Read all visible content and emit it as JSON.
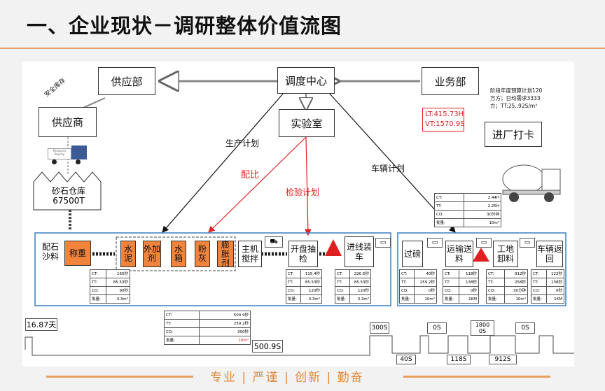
{
  "title": "一、企业现状－调研整体价值流图",
  "nodes": {
    "supply_dept": "供应部",
    "dispatch": "调度中心",
    "business": "业务部",
    "supplier": "供应商",
    "lab": "实验室",
    "warehouse": "砂石仓库",
    "warehouse_qty": "67500T",
    "entry": "进厂打卡",
    "entry_note": "阶段年度预算计划120万方；日均需求3333方；TT:25..92S/m³",
    "safety_stock": "安全库存",
    "truck_label": "Resource Priority"
  },
  "lt_vt": {
    "lt": "LT:415.73H",
    "vt": "VT:1570.9S"
  },
  "flows": {
    "production_plan": "生产计划",
    "mix_ratio": "配比",
    "inspection_plan": "检验计划",
    "vehicle_plan": "车辆计划"
  },
  "process": {
    "batching": "配石沙料",
    "weigh": "称重",
    "cement": "水泥",
    "admixture": "外加剂",
    "water": "水箱",
    "ash": "粉灰",
    "expander": "膨胀剂",
    "mixer": "主机搅拌",
    "open_check": "开盘抽检",
    "loading": "进线装车",
    "weighbridge": "过磅",
    "transport": "运输送料",
    "site": "工地卸料",
    "return": "车辆返回"
  },
  "tables": {
    "weigh": [
      [
        "CT:",
        "165秒"
      ],
      [
        "TT:",
        "85.53秒"
      ],
      [
        "CO:",
        "90秒"
      ],
      [
        "批量:",
        "3.3m³"
      ]
    ],
    "open": [
      [
        "CT:",
        "115.4秒"
      ],
      [
        "TT:",
        "85.53秒"
      ],
      [
        "CO:",
        "120秒"
      ],
      [
        "批量:",
        "3.3m³"
      ]
    ],
    "load": [
      [
        "CT:",
        "220.5秒"
      ],
      [
        "TT:",
        "85.53秒"
      ],
      [
        "CO:",
        "120秒"
      ],
      [
        "批量:",
        "3.3m³"
      ]
    ],
    "summary": [
      [
        "CT:",
        "500.9秒"
      ],
      [
        "TT:",
        "259.2秒"
      ],
      [
        "CO:",
        "300秒"
      ],
      [
        "批量:",
        "10m³"
      ]
    ],
    "truck": [
      [
        "CT:",
        "2.44H"
      ],
      [
        "TT:",
        "2.25H"
      ],
      [
        "CO:",
        "30分钟"
      ],
      [
        "批量:",
        "10m³"
      ]
    ],
    "weighbridge": [
      [
        "CT:",
        "40秒"
      ],
      [
        "TT:",
        "259.2秒"
      ],
      [
        "CO:",
        "0秒"
      ],
      [
        "批量:",
        "10m³"
      ]
    ],
    "transport": [
      [
        "CT:",
        "118秒"
      ],
      [
        "TT:",
        "138秒"
      ],
      [
        "CO:",
        "0秒"
      ],
      [
        "批量:",
        "1KM"
      ]
    ],
    "site": [
      [
        "CT:",
        "912秒"
      ],
      [
        "TT:",
        "258秒"
      ],
      [
        "CO:",
        "30分钟"
      ],
      [
        "批量:",
        "10m³"
      ]
    ],
    "return": [
      [
        "CT:",
        "122秒"
      ],
      [
        "TT:",
        "138秒"
      ],
      [
        "CO:",
        "0秒"
      ],
      [
        "批量:",
        "1KM"
      ]
    ]
  },
  "timeline": {
    "start": "16.87天",
    "mid": "500.9S",
    "t300": "300S",
    "t0a": "0S",
    "t1800": "1800 0S",
    "t0b": "0S",
    "t40": "40S",
    "t118": "118S",
    "t912": "912S"
  },
  "footer": "专业 | 严谨 | 创新 | 勤奋"
}
